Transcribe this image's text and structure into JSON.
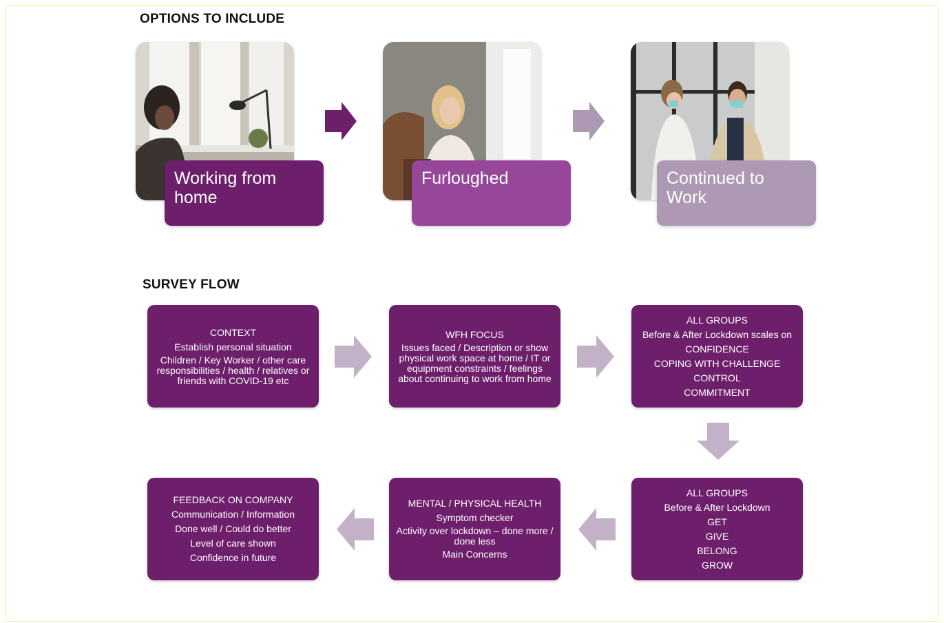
{
  "colors": {
    "dark_purple": "#6e1f6c",
    "mid_purple": "#96479a",
    "light_purple": "#ad99b3",
    "arrow_dark": "#6e1f6c",
    "arrow_light": "#c3b2c7",
    "border_yellow": "#f0f08a"
  },
  "options": {
    "heading": "OPTIONS TO INCLUDE",
    "cards": [
      {
        "label": "Working from home",
        "photo": "woman-at-desk-photo"
      },
      {
        "label": "Furloughed",
        "photo": "woman-at-window-photo"
      },
      {
        "label": "Continued to Work",
        "photo": "masked-coworkers-photo"
      }
    ]
  },
  "survey": {
    "heading": "SURVEY FLOW",
    "boxes": [
      {
        "lines": [
          "CONTEXT",
          "Establish personal situation",
          "Children / Key Worker / other care responsibilities / health / relatives or friends with COVID-19 etc"
        ]
      },
      {
        "lines": [
          "WFH FOCUS",
          "Issues faced / Description or show physical work space at home / IT or equipment constraints / feelings about continuing to work from home"
        ]
      },
      {
        "lines": [
          "ALL GROUPS",
          "Before & After Lockdown scales on",
          "CONFIDENCE",
          "COPING WITH CHALLENGE",
          "CONTROL",
          "COMMITMENT"
        ]
      },
      {
        "lines": [
          "ALL GROUPS",
          "Before & After Lockdown",
          "GET",
          "GIVE",
          "BELONG",
          "GROW"
        ]
      },
      {
        "lines": [
          "MENTAL / PHYSICAL HEALTH",
          "Symptom checker",
          "Activity over lockdown – done more / done less",
          "Main Concerns"
        ]
      },
      {
        "lines": [
          "FEEDBACK ON COMPANY",
          "Communication / Information",
          "Done well / Could do better",
          "Level of care shown",
          "Confidence in future"
        ]
      }
    ]
  }
}
